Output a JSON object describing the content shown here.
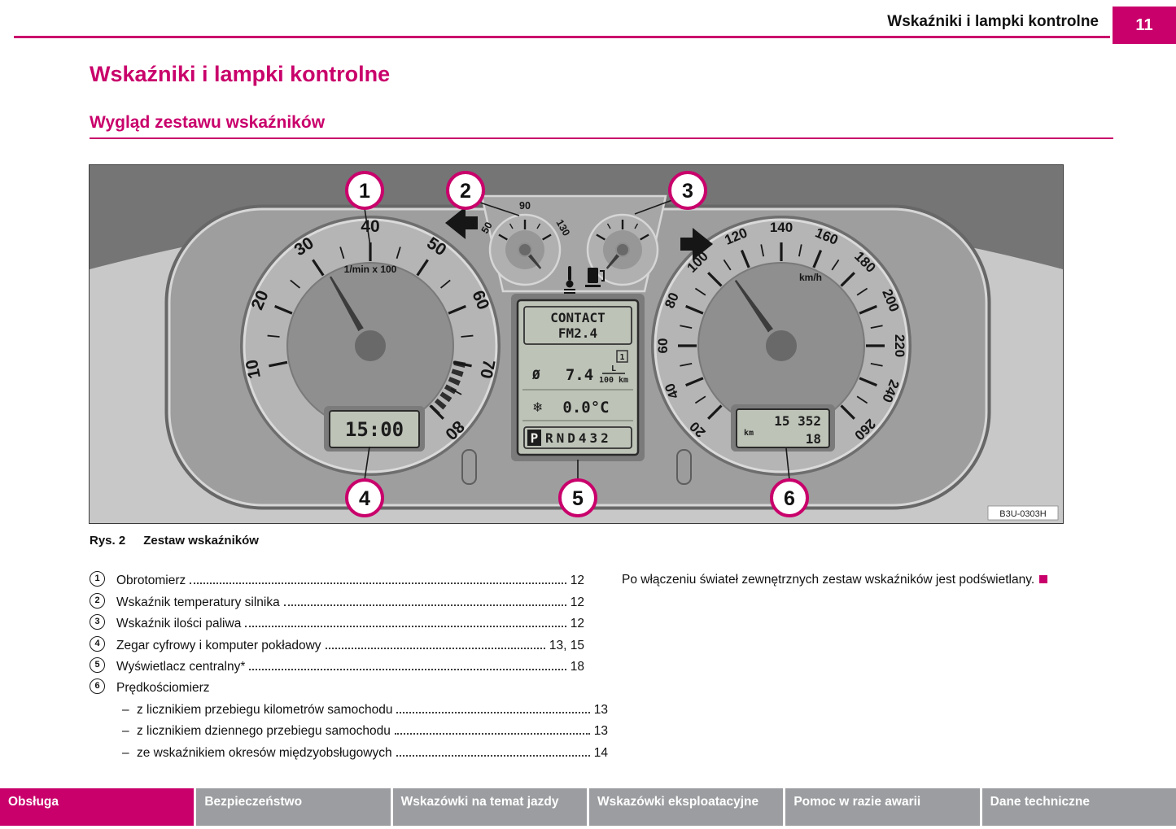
{
  "page": {
    "header_title": "Wskaźniki i lampki kontrolne",
    "page_number": "11",
    "title": "Wskaźniki i lampki kontrolne",
    "section_title": "Wygląd zestawu wskaźników"
  },
  "figure": {
    "caption_label": "Rys. 2",
    "caption_text": "Zestaw wskaźników",
    "image_code": "B3U-0303H",
    "callouts": [
      "1",
      "2",
      "3",
      "4",
      "5",
      "6"
    ],
    "cluster": {
      "tach_label": "1/min x 100",
      "tach_numbers": [
        "10",
        "20",
        "30",
        "40",
        "50",
        "60",
        "70",
        "80"
      ],
      "speed_label": "km/h",
      "speed_numbers": [
        "20",
        "40",
        "60",
        "80",
        "100",
        "120",
        "140",
        "160",
        "180",
        "200",
        "220",
        "240",
        "260"
      ],
      "temp_numbers": [
        "50",
        "90",
        "130"
      ],
      "clock": "15:00",
      "odometer": "15 352",
      "odo_unit": "km",
      "trip": "18",
      "radio_line1": "CONTACT",
      "radio_line2": "FM2.4",
      "consumption_symbol": "Ø",
      "consumption_value": "7.4",
      "consumption_unit_top": "L",
      "consumption_unit_bottom": "100 km",
      "memory_indicator": "1",
      "temp_symbol": "❄",
      "temp_value": "0.0°C",
      "gear_selected": "P",
      "gear_others": "RND432"
    }
  },
  "list": {
    "dash": "–",
    "items": [
      {
        "num": "1",
        "label": "Obrotomierz",
        "page": "12"
      },
      {
        "num": "2",
        "label": "Wskaźnik temperatury silnika",
        "page": "12"
      },
      {
        "num": "3",
        "label": "Wskaźnik ilości paliwa",
        "page": "12"
      },
      {
        "num": "4",
        "label": "Zegar cyfrowy i komputer pokładowy",
        "page": "13, 15"
      },
      {
        "num": "5",
        "label": "Wyświetlacz centralny*",
        "page": "18"
      },
      {
        "num": "6",
        "label": "Prędkościomierz",
        "page": ""
      }
    ],
    "subitems": [
      {
        "label": "z licznikiem przebiegu kilometrów samochodu",
        "page": "13"
      },
      {
        "label": "z licznikiem dziennego przebiegu samochodu",
        "page": "13"
      },
      {
        "label": "ze wskaźnikiem okresów międzyobsługowych",
        "page": "14"
      }
    ]
  },
  "note": {
    "text": "Po włączeniu świateł zewnętrznych zestaw wskaźników jest podświetlany."
  },
  "footer": {
    "tabs": [
      {
        "label": "Obsługa",
        "active": true
      },
      {
        "label": "Bezpieczeństwo",
        "active": false
      },
      {
        "label": "Wskazówki na temat jazdy",
        "active": false
      },
      {
        "label": "Wskazówki eksploatacyjne",
        "active": false
      },
      {
        "label": "Pomoc w razie awarii",
        "active": false
      },
      {
        "label": "Dane techniczne",
        "active": false
      }
    ]
  },
  "colors": {
    "accent": "#c9006b",
    "footer_gray": "#9b9da0"
  }
}
